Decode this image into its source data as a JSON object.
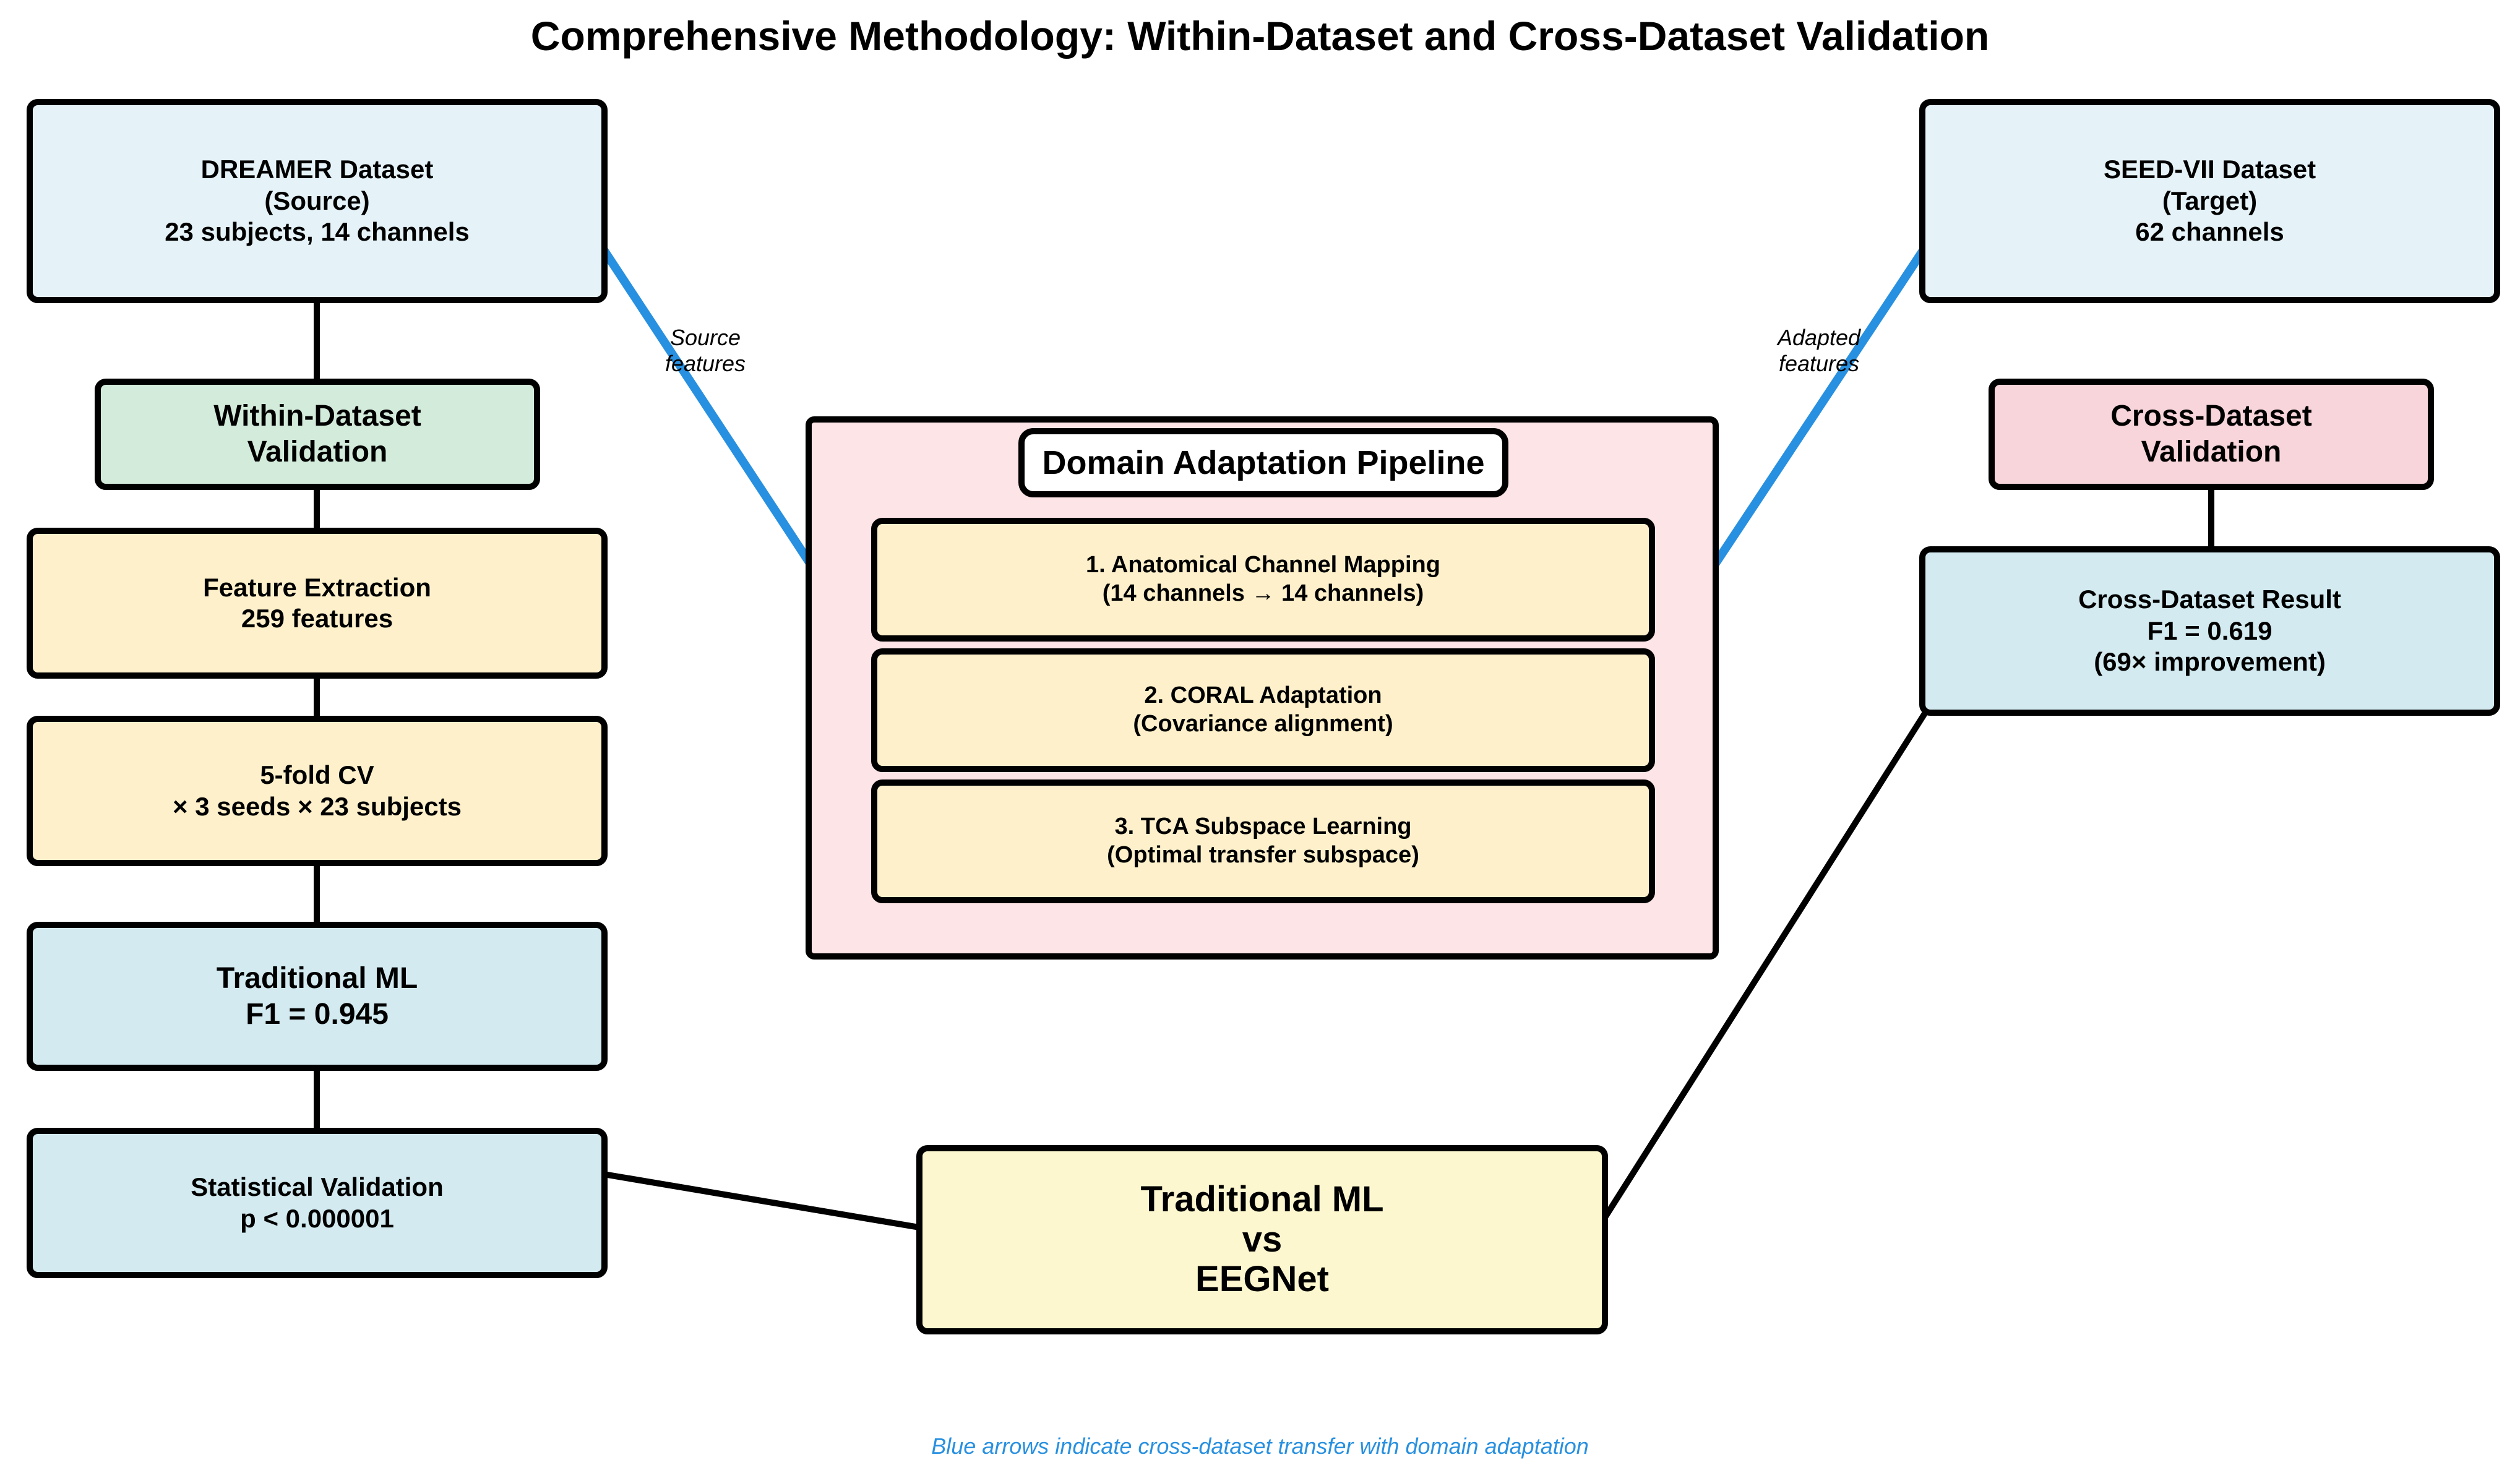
{
  "title": "Comprehensive Methodology: Within-Dataset and Cross-Dataset Validation",
  "colors": {
    "transfer_arrow": "#2890e0",
    "dataset_box": "#e5f3f9",
    "within_validation": "#d3ebda",
    "cross_validation": "#f7d5da",
    "process_box": "#fdf0cb",
    "result_box": "#d2eaf0",
    "pipeline_bg": "#fde4e6",
    "comparison_box": "#fcf7cf"
  },
  "left": {
    "dreamer": [
      "DREAMER Dataset",
      "(Source)",
      "23 subjects, 14 channels"
    ],
    "within_validation": [
      "Within-Dataset",
      "Validation"
    ],
    "feature_extraction": [
      "Feature Extraction",
      "259 features"
    ],
    "cv": [
      "5-fold CV",
      "× 3 seeds × 23 subjects"
    ],
    "traditional_ml": [
      "Traditional ML",
      "F1 = 0.945"
    ],
    "statistical": [
      "Statistical Validation",
      "p < 0.000001"
    ]
  },
  "right": {
    "seed": [
      "SEED-VII Dataset",
      "(Target)",
      "62 channels"
    ],
    "cross_validation": [
      "Cross-Dataset",
      "Validation"
    ],
    "cross_result": [
      "Cross-Dataset Result",
      "F1 = 0.619",
      "(69× improvement)"
    ]
  },
  "pipeline": {
    "title": "Domain Adaptation Pipeline",
    "steps": [
      [
        "1. Anatomical Channel Mapping",
        "(14 channels → 14 channels)"
      ],
      [
        "2. CORAL Adaptation",
        "(Covariance alignment)"
      ],
      [
        "3. TCA Subspace Learning",
        "(Optimal transfer subspace)"
      ]
    ]
  },
  "comparison": [
    "Traditional ML",
    "vs",
    "EEGNet"
  ],
  "arrow_labels": {
    "source": [
      "Source",
      "features"
    ],
    "adapted": [
      "Adapted",
      "features"
    ]
  },
  "footer": "Blue arrows indicate cross-dataset transfer with domain adaptation"
}
